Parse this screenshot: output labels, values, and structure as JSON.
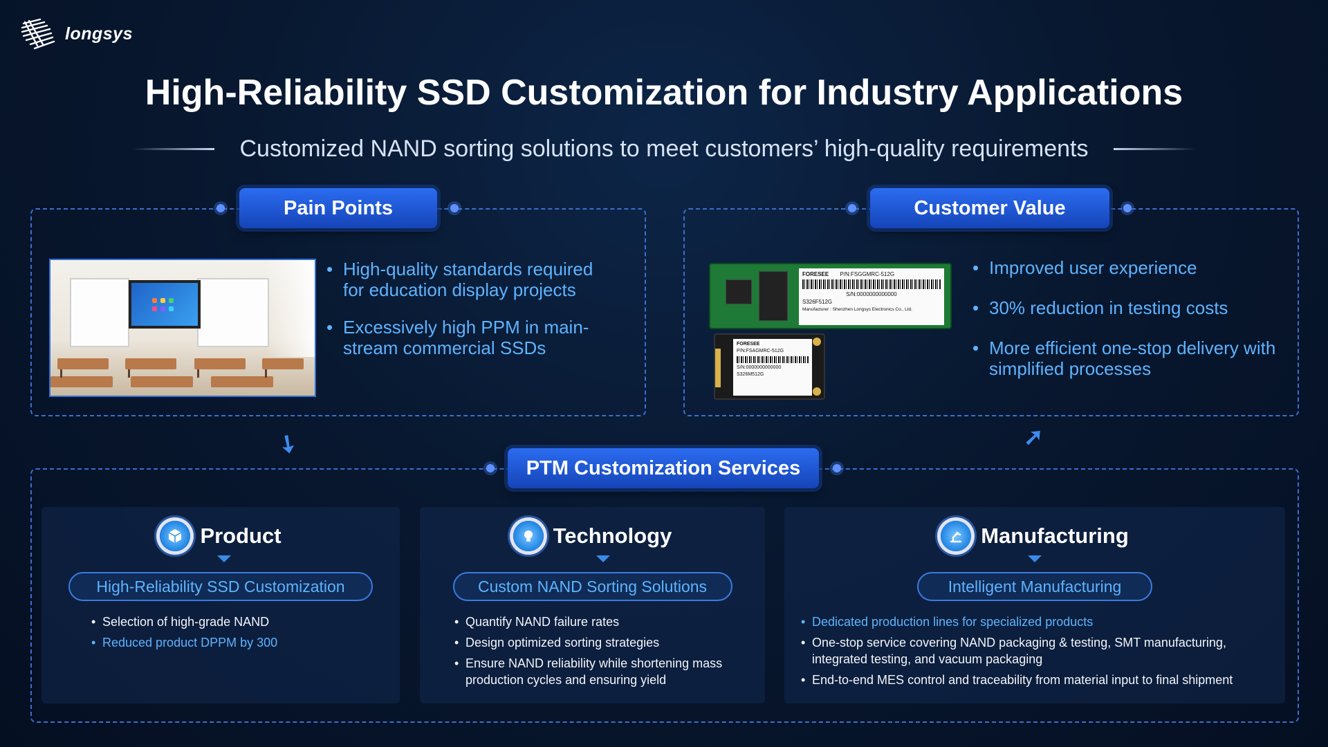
{
  "brand": {
    "logo_text": "longsys"
  },
  "header": {
    "title": "High-Reliability SSD Customization for Industry Applications",
    "subtitle": "Customized NAND sorting solutions to meet customers’ high-quality requirements"
  },
  "pain_points": {
    "heading": "Pain Points",
    "items": [
      "High-quality standards required for education display projects",
      "Excessively high PPM in main-stream commercial SSDs"
    ]
  },
  "customer_value": {
    "heading": "Customer Value",
    "items": [
      "Improved user experience",
      "30% reduction in testing costs",
      "More efficient one-stop delivery with simplified processes"
    ],
    "ssd_labels": {
      "brand": "FORESEE",
      "pn_big": "P/N:FSGGMRC-512G",
      "sn_big": "S/N:0000000000000",
      "model_big": "S326F512G",
      "manufacturer_big": "Manufacturer : Shenzhen Longsys Electronics Co., Ltd.",
      "pn_small": "P/N:FSAGMRC-512G",
      "sn_small": "S/N:0000000000000",
      "model_small": "S326M512G"
    }
  },
  "ptm": {
    "heading": "PTM Customization Services",
    "cards": [
      {
        "title": "Product",
        "icon": "cube-icon",
        "pill": "High-Reliability SSD Customization",
        "items": [
          {
            "text": "Selection of high-grade NAND",
            "highlight": false
          },
          {
            "text": "Reduced product DPPM by 300",
            "highlight": true
          }
        ]
      },
      {
        "title": "Technology",
        "icon": "lightbulb-icon",
        "pill": "Custom NAND Sorting Solutions",
        "items": [
          {
            "text": "Quantify NAND failure rates",
            "highlight": false
          },
          {
            "text": "Design optimized sorting strategies",
            "highlight": false
          },
          {
            "text": "Ensure NAND reliability while shortening mass production cycles and ensuring yield",
            "highlight": false
          }
        ]
      },
      {
        "title": "Manufacturing",
        "icon": "robot-arm-icon",
        "pill": "Intelligent Manufacturing",
        "items": [
          {
            "text": "Dedicated production lines for specialized products",
            "highlight": true
          },
          {
            "text": "One-stop service covering NAND packaging & testing, SMT manufacturing, integrated testing, and vacuum packaging",
            "highlight": false
          },
          {
            "text": "End-to-end MES control and traceability from material input to final shipment",
            "highlight": false
          }
        ]
      }
    ]
  },
  "colors": {
    "accent": "#2b6cf0",
    "highlight_text": "#5eb3ff",
    "background": "#081830"
  }
}
